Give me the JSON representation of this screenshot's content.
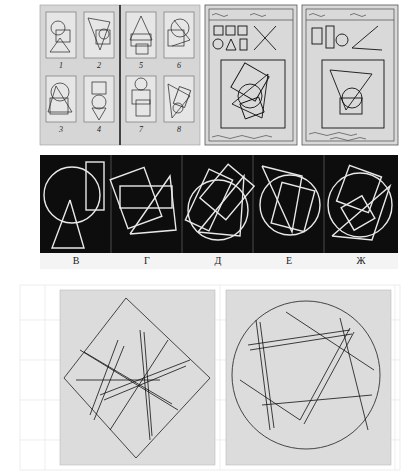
{
  "diagram": {
    "labels": [
      "1",
      "2",
      "3",
      "4",
      "5",
      "6",
      "7",
      "8",
      "В",
      "Г",
      "Д",
      "Е",
      "Ж"
    ]
  }
}
